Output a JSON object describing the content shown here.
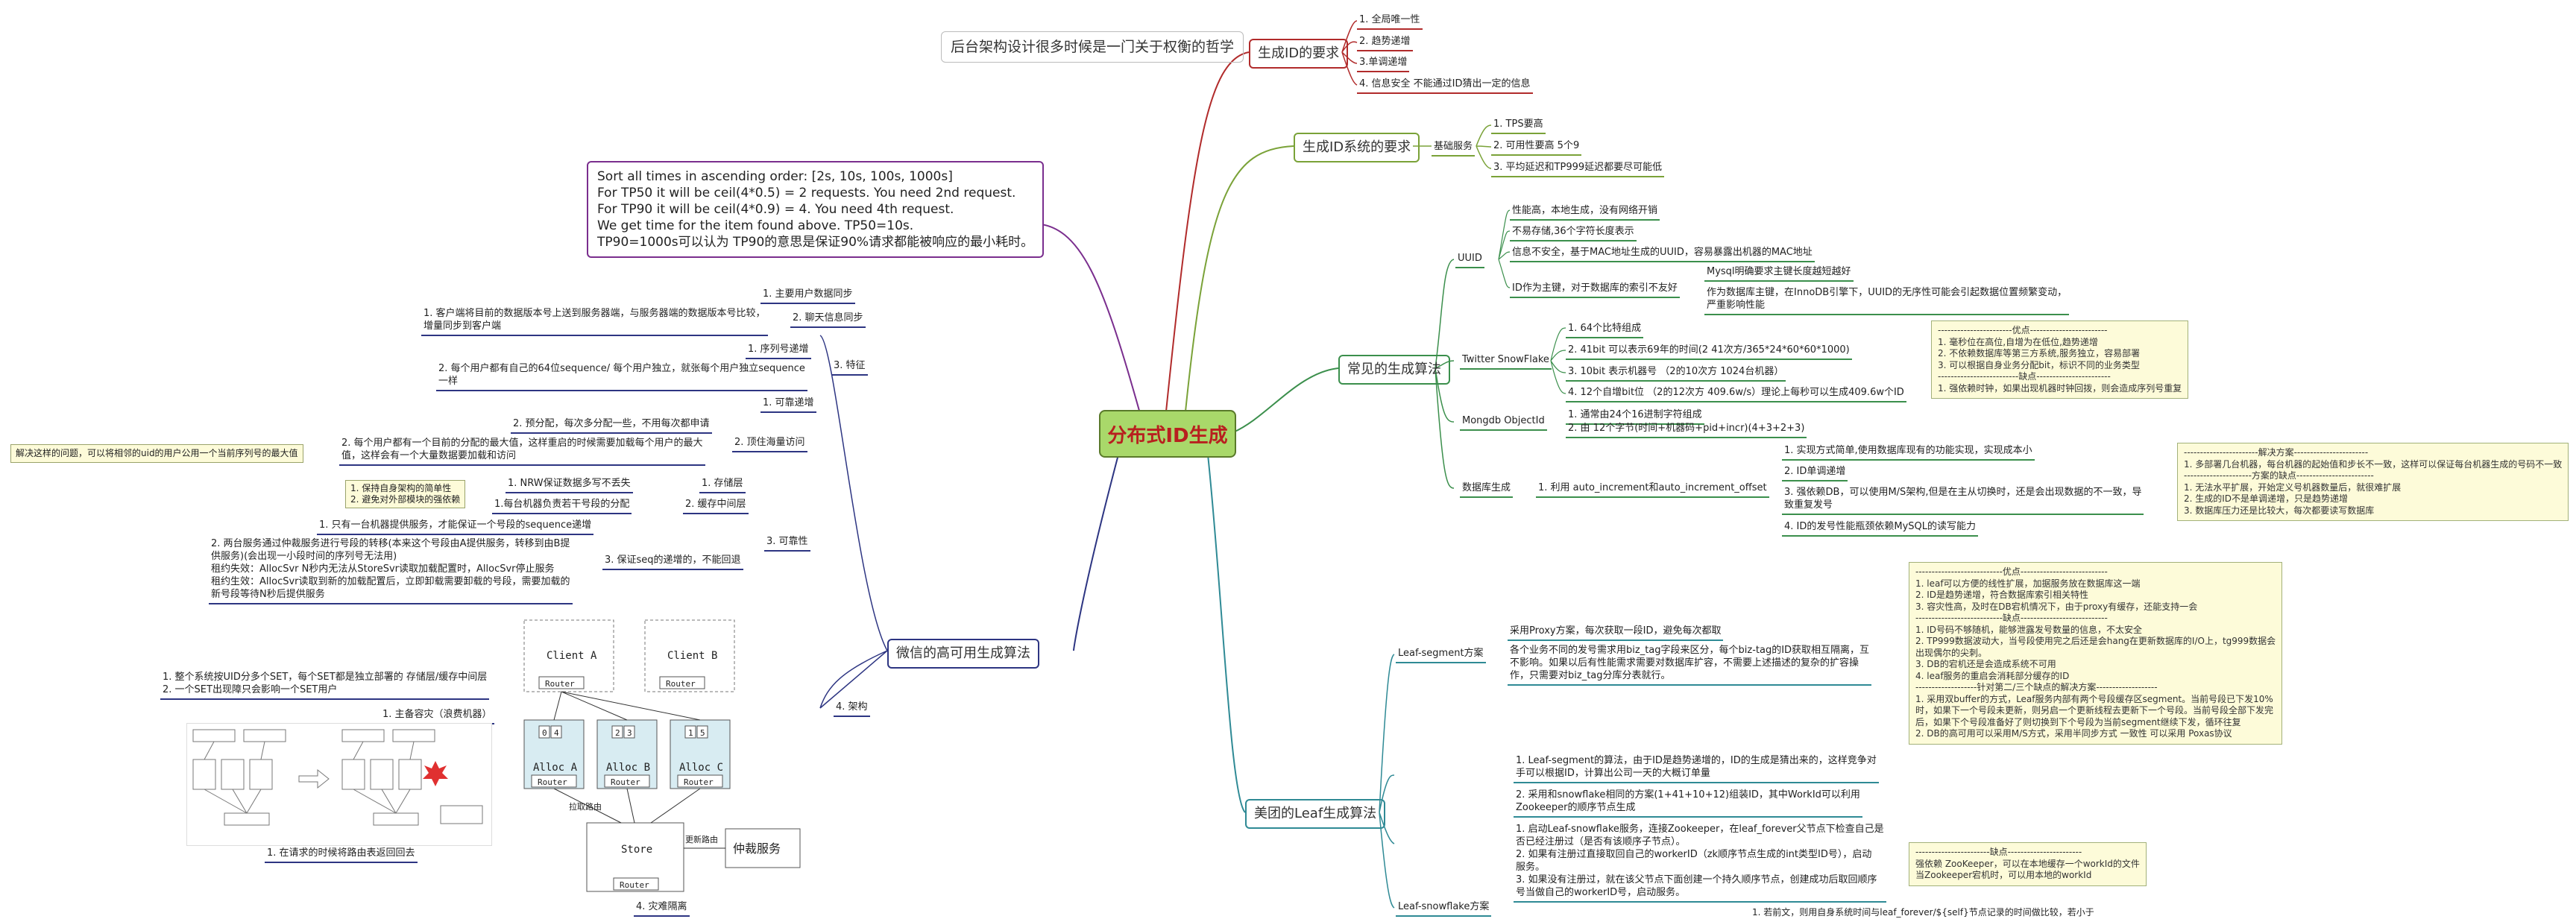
{
  "central": "分布式ID生成",
  "philosophy": "后台架构设计很多时候是一门关于权衡的哲学",
  "req": {
    "title": "生成ID的要求",
    "items": [
      "1. 全局唯一性",
      "2. 趋势递增",
      "3.单调递增",
      "4. 信息安全 不能通过ID猜出一定的信息"
    ]
  },
  "sys": {
    "title": "生成ID系统的要求",
    "mid": "基础服务",
    "items": [
      "1. TPS要高",
      "2. 可用性要高 5个9",
      "3. 平均延迟和TP999延迟都要尽可能低"
    ]
  },
  "common": {
    "title": "常见的生成算法",
    "uuid": {
      "label": "UUID",
      "items": [
        "性能高，本地生成，没有网络开销",
        "不易存储,36个字符长度表示",
        "信息不安全，基于MAC地址生成的UUID，容易暴露出机器的MAC地址"
      ],
      "pk_label": "ID作为主键，对于数据库的索引不友好",
      "pk_items": [
        "Mysql明确要求主键长度越短越好",
        "作为数据库主键，在InnoDB引擎下，UUID的无序性可能会引起数据位置频繁变动，\n严重影响性能"
      ]
    },
    "snowflake": {
      "label": "Twitter SnowFlake",
      "items": [
        "1. 64个比特组成",
        "2. 41bit 可以表示69年的时间(2 41次方/365*24*60*60*1000)",
        "3. 10bit 表示机器号 （2的10次方 1024台机器）",
        "4. 12个自增bit位 （2的12次方 409.6w/s）理论上每秒可以生成409.6w个ID"
      ],
      "note": "-----------------------优点------------------------\n1. 毫秒位在高位,自增为在低位,趋势递增\n2. 不依赖数据库等第三方系统,服务独立，容易部署\n3. 可以根据自身业务分配bit，标识不同的业务类型\n-------------------------缺点-----------------------\n1. 强依赖时钟，如果出现机器时钟回拨，则会造成序列号重复"
    },
    "mongo": {
      "label": "Mongdb ObjectId",
      "items": [
        "1. 通常由24个16进制字符组成",
        "2. 由 12个字节(时间+机器码+pid+incr)(4+3+2+3)"
      ]
    },
    "db": {
      "label": "数据库生成",
      "mid": "1. 利用 auto_increment和auto_increment_offset",
      "items": [
        "1. 实现方式简单,使用数据库现有的功能实现，实现成本小",
        "2. ID单调递增",
        "3. 强依赖DB，可以使用M/S架构,但是在主从切换时，还是会出现数据的不一致，导\n致重复发号",
        "4. ID的发号性能瓶颈依赖MySQL的读写能力"
      ],
      "note": "-----------------------解决方案-----------------------\n1. 多部署几台机器，每台机器的起始值和步长不一致，这样可以保证每台机器生成的号码不一致\n---------------------方案的缺点------------------------\n1. 无法水平扩展，开始定义号机器数量后，就很难扩展\n2. 生成的ID不是单调递增，只是趋势递增\n3. 数据库压力还是比较大，每次都要读写数据库"
    }
  },
  "meituan": {
    "title": "美团的Leaf生成算法",
    "segment": {
      "label": "Leaf-segment方案",
      "items": [
        "采用Proxy方案，每次获取一段ID，避免每次都取",
        "各个业务不同的发号需求用biz_tag字段来区分，每个biz-tag的ID获取相互隔离，互\n不影响。如果以后有性能需求需要对数据库扩容，不需要上述描述的复杂的扩容操\n作，只需要对biz_tag分库分表就行。"
      ],
      "note": "---------------------------优点---------------------------\n1. leaf可以方便的线性扩展，加据服务放在数据库这一端\n2. ID是趋势递增，符合数据库索引相关特性\n3. 容灾性高，及时在DB宕机情况下，由于proxy有缓存，还能支持一会\n---------------------------缺点---------------------------\n1. ID号码不够随机，能够泄露发号数量的信息，不太安全\n2. TP999数据波动大，当号段使用完之后还是会hang在更新数据库的I/O上，tg999数据会\n出现偶尔的尖刺。\n3. DB的宕机还是会造成系统不可用\n4. leaf服务的重启会消耗部分缓存的ID\n-------------------针对第二/三个缺点的解决方案-------------------\n1. 采用双buffer的方式，Leaf服务内部有两个号段缓存区segment。当前号段已下发10%\n时，如果下一个号段未更新，则另启一个更新线程去更新下一个号段。当前号段全部下发完\n后，如果下个号段准备好了则切换到下个号段为当前segment继续下发，循环往复\n2. DB的高可用可以采用M/S方式，采用半同步方式 一致性 可以采用 Poxas协议"
    },
    "algo": [
      "1. Leaf-segment的算法，由于ID是趋势递增的，ID的生成是猜出来的，这样竞争对\n手可以根据ID，计算出公司一天的大概订单量",
      "2. 采用和snowflake相同的方案(1+41+10+12)组装ID，其中WorkId可以利用\nZookeeper的顺序节点生成"
    ],
    "sf": {
      "label": "Leaf-snowflake方案",
      "items": [
        "1. 启动Leaf-snowflake服务，连接Zookeeper，在leaf_forever父节点下检查自己是\n否已经注册过（是否有该顺序子节点）。\n2. 如果有注册过直接取回自己的workerID（zk顺序节点生成的int类型ID号），启动\n服务。\n3. 如果没有注册过，就在该父节点下面创建一个持久顺序节点，创建成功后取回顺序\n号当做自己的workerID号，启动服务。"
      ],
      "note": "-----------------------缺点-----------------------\n强依赖 ZooKeeper，可以在本地缓存一个workId的文件\n当Zookeeper宕机时，可以用本地的workId",
      "more": "1. 若前文，则用自身系统时间与leaf_forever/${self}节点记录的时间做比较，若小于"
    }
  },
  "wechat": {
    "title": "微信的高可用生成算法",
    "tp": {
      "lines": [
        "Sort all times in ascending order: [2s, 10s, 100s, 1000s]",
        "For TP50 it will be ceil(4*0.5) = 2 requests. You need 2nd request.",
        "For TP90 it will be ceil(4*0.9) = 4. You need 4th request.",
        "We get time for the item found above. TP50=10s.",
        "TP90=1000s可以认为 TP90的意思是保证90%请求都能被响应的最小耗时。"
      ]
    },
    "s1": {
      "label": "1. 主要用户数据同步",
      "sub": "2. 聊天信息同步",
      "subitem": "1. 客户端将目前的数据版本号上送到服务器端，与服务器端的数据版本号比较，\n增量同步到客户端"
    },
    "s3": {
      "label": "3. 特征",
      "a": "1. 序列号递增",
      "b": "2. 每个用户都有自己的64位sequence/ 每个用户独立，就张每个用户独立sequence\n一样"
    },
    "arch": {
      "label": "4. 架构",
      "a": "1. 可靠递增",
      "b": "2. 预分配，每次多分配一些，不用每次都申请",
      "c": "2. 每个用户都有一个目前的分配的最大值，这样重启的时候需要加载每个用户的最大\n值，这样会有一个大量数据要加载和访问",
      "c_parent": "2. 顶住海量访问",
      "side": "解决这样的问题，可以将相邻的uid的用户公用一个当前序列号的最大值",
      "d": "1. NRW保证数据多写不丢失",
      "d_parent": "1. 存储层",
      "e": "1. 保持自身架构的简单性\n2. 避免对外部模块的强依赖",
      "f": "1.每台机器负责若干号段的分配",
      "f_parent": "2. 缓存中间层",
      "g": "1. 只有一台机器提供服务，才能保证一个号段的sequence递增",
      "h": "2. 两台服务通过仲裁服务进行号段的转移(本来这个号段由A提供服务，转移到由B提\n供服务)(会出现一小段时间的序列号无法用)\n租约失效：AllocSvr N秒内无法从StoreSvr读取加载配置时，AllocSvr停止服务\n租约生效：AllocSvr读取到新的加载配置后，立即卸载需要卸载的号段，需要加载的\n新号段等待N秒后提供服务",
      "h_parent": "3. 保证seq的递增的，不能回退",
      "s3": "3. 可靠性",
      "dr": "4. 灾难隔离",
      "master": "1. 主备容灾（浪费机器）",
      "set": "1. 整个系统按UID分多个SET，每个SET都是独立部署的 存储层/缓存中间层\n2. 一个SET出现障只会影响一个SET用户",
      "route": "1. 在请求的时候将路由表返回回去"
    },
    "diagram": {
      "client_a": "Client A",
      "client_b": "Client B",
      "router": "Router",
      "alloc_a": "Alloc A",
      "alloc_b": "Alloc B",
      "alloc_c": "Alloc C",
      "store": "Store",
      "arb": "仲裁服务",
      "pull": "拉取路由",
      "update": "更新路由",
      "nums_a": [
        "0",
        "4"
      ],
      "nums_b": [
        "2",
        "3"
      ],
      "nums_c": [
        "1",
        "5"
      ]
    }
  }
}
